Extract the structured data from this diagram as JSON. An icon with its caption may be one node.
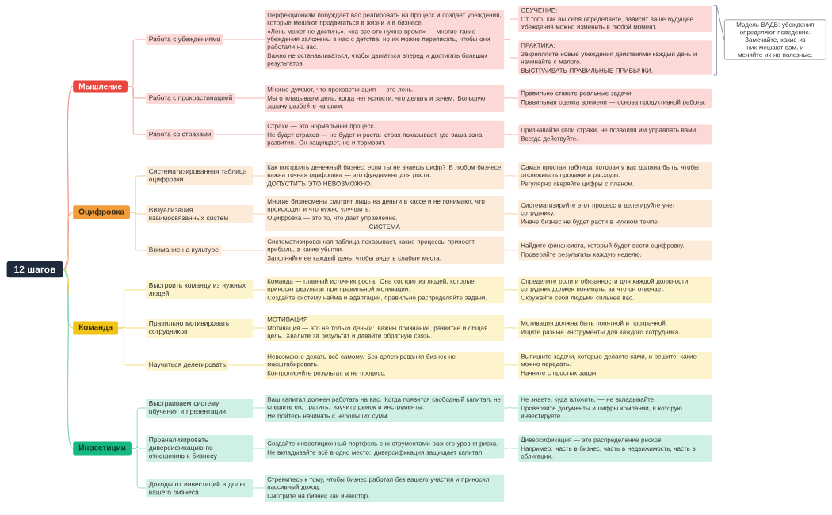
{
  "diagram": {
    "nodes": [
      {
        "text": [
          "12 шагов"
        ]
      },
      {
        "text": [
          "Мышление"
        ]
      },
      {
        "text": [
          "Работа с убеждениями"
        ]
      },
      {
        "text": [
          "Перфекционизм побуждает вас реагировать на процесс и создает убеждения, которые мешают продвигаться в жизни и в бизнесе.",
          "«Лень может не достичь», «на все это нужно время» — многие такие убеждения заложены в нас с детства, но их можно переписать, чтобы они работали на вас.",
          "Важно не останавливаться, чтобы двигаться вперед и достигать больших результатов."
        ]
      },
      {
        "text": [
          "ОБУЧЕНИЕ:",
          "От того, как вы себя определяете, зависит ваше будущее. Убеждения можно изменить в любой момент."
        ]
      },
      {
        "text": [
          "ПРАКТИКА:",
          "Закрепляйте новые убеждения действиями каждый день и начинайте с малого.",
          "ВЫСТРАИВАТЬ ПРАВИЛЬНЫЕ ПРИВЫЧКИ."
        ]
      },
      {
        "text": [
          "Модель ВАДВ: убеждения определяют поведение. Замечайте, какие из них мешают вам, и меняйте их на полезные."
        ]
      },
      {
        "text": [
          "Работа с прокрастинацией"
        ]
      },
      {
        "text": [
          "Многие думают, что прокрастинация — это лень.",
          "Мы откладываем дела, когда нет ясности, что делать и зачем. Большую задачу разбейте на шаги."
        ]
      },
      {
        "text": [
          "Правильно ставьте реальные задачи.",
          "Правильная оценка времени — основа продуктивной работы."
        ]
      },
      {
        "text": [
          "Работа со страхами"
        ]
      },
      {
        "text": [
          "Страхи — это нормальный процесс.",
          "Не будет страхов — не будет и роста: страх показывает, где ваша зона развития. Он защищает, но и тормозит."
        ]
      },
      {
        "text": [
          "Признавайте свои страхи, не позволяя им управлять вами.",
          "Всегда действуйте."
        ]
      },
      {
        "text": [
          "Оцифровка"
        ]
      },
      {
        "text": [
          "Систематизированная таблица оцифровки"
        ]
      },
      {
        "text": [
          "Как построить денежный бизнес, если ты не знаешь цифр? В любом бизнесе важна точная оцифровка — это фундамент для роста.",
          "ДОПУСТИТЬ ЭТО НЕВОЗМОЖНО."
        ]
      },
      {
        "text": [
          "Самая простая таблица, которая у вас должна быть, чтобы отслеживать продажи и расходы.",
          "Регулярно сверяйте цифры с планом."
        ]
      },
      {
        "text": [
          "Визуализация взаимосвязанных систем"
        ]
      },
      {
        "text": [
          "Многие бизнесмены смотрят лишь на деньги в кассе и не понимают, что происходит и что нужно улучшить.",
          "Оцифровка — это то, что дает управление.",
          "СИСТЕМА"
        ]
      },
      {
        "text": [
          "Систематизируйте этот процесс и делегируйте учет сотруднику.",
          "Иначе бизнес не будет расти в нужном темпе."
        ]
      },
      {
        "text": [
          "Внимание на культуре"
        ]
      },
      {
        "text": [
          "Систематизированная таблица показывает, какие процессы приносят прибыль, а какие убытки.",
          "Заполняйте ее каждый день, чтобы видеть слабые места."
        ]
      },
      {
        "text": [
          "Найдите финансиста, который будет вести оцифровку.",
          "Проверяйте результаты каждую неделю."
        ]
      },
      {
        "text": [
          "Команда"
        ]
      },
      {
        "text": [
          "Выстроить команду из нужных людей"
        ]
      },
      {
        "text": [
          "Команда — главный источник роста. Она состоит из людей, которые приносят результат при правильной мотивации.",
          "Создайте систему найма и адаптации, правильно распределяйте задачи."
        ]
      },
      {
        "text": [
          "Определите роли и обязанности для каждой должности: сотрудник должен понимать, за что он отвечает.",
          "Окружайте себя людьми сильнее вас."
        ]
      },
      {
        "text": [
          "Правильно мотивировать сотрудников"
        ]
      },
      {
        "text": [
          "МОТИВАЦИЯ",
          "Мотивация — это не только деньги: важны признание, развитие и общая цель. Хвалите за результат и давайте обратную связь."
        ]
      },
      {
        "text": [
          "Мотивация должна быть понятной и прозрачной.",
          "Ищите разные инструменты для каждого сотрудника."
        ]
      },
      {
        "text": [
          "Научиться делегировать"
        ]
      },
      {
        "text": [
          "Невозможно делать всё самому. Без делегирования бизнес не масштабировать.",
          "Контролируйте результат, а не процесс."
        ]
      },
      {
        "text": [
          "Выпишите задачи, которые делаете сами, и решите, какие можно передать.",
          "Начните с простых задач."
        ]
      },
      {
        "text": [
          "Инвестиции"
        ]
      },
      {
        "text": [
          "Выстраиваем систему обучения и презентации"
        ]
      },
      {
        "text": [
          "Ваш капитал должен работать на вас. Когда появится свободный капитал, не спешите его тратить: изучите рынок и инструменты.",
          "Не бойтесь начинать с небольших сумм."
        ]
      },
      {
        "text": [
          "Не знаете, куда вложить, — не вкладывайте.",
          "Проверяйте документы и цифры компании, в которую инвестируете."
        ]
      },
      {
        "text": [
          "Проанализировать диверсификацию по отношению к бизнесу"
        ]
      },
      {
        "text": [
          "Создайте инвестиционный портфель с инструментами разного уровня риска.",
          "Не вкладывайте всё в одно место: диверсификация защищает капитал."
        ]
      },
      {
        "text": [
          "Диверсификация — это распределение рисков.",
          "Например: часть в бизнес, часть в недвижимость, часть в облигации."
        ]
      },
      {
        "text": [
          "Доходы от инвестиций в долю вашего бизнеса"
        ]
      },
      {
        "text": [
          "Стремитесь к тому, чтобы бизнес работал без вашего участия и приносил пассивный доход.",
          "Смотрите на бизнес как инвестор."
        ]
      }
    ],
    "edges": [
      {
        "from": 0,
        "to": 1,
        "arrow": "none",
        "color": "#f29c97"
      },
      {
        "from": 0,
        "to": 13,
        "arrow": "none",
        "color": "#f7c48f"
      },
      {
        "from": 0,
        "to": 23,
        "arrow": "none",
        "color": "#f3d867"
      },
      {
        "from": 0,
        "to": 33,
        "arrow": "none",
        "color": "#86d9b9"
      },
      {
        "from": 1,
        "to": 2,
        "arrow": "none",
        "color": "#f29c97"
      },
      {
        "from": 1,
        "to": 7,
        "arrow": "none",
        "color": "#f29c97"
      },
      {
        "from": 1,
        "to": 10,
        "arrow": "none",
        "color": "#f29c97"
      },
      {
        "from": 2,
        "to": 3,
        "arrow": "none",
        "color": "#f29c97"
      },
      {
        "from": 3,
        "to": 4,
        "arrow": "none",
        "color": "#f29c97"
      },
      {
        "from": 3,
        "to": 5,
        "arrow": "none",
        "color": "#f29c97"
      },
      {
        "from": 7,
        "to": 8,
        "arrow": "none",
        "color": "#f29c97"
      },
      {
        "from": 8,
        "to": 9,
        "arrow": "none",
        "color": "#f29c97"
      },
      {
        "from": 10,
        "to": 11,
        "arrow": "none",
        "color": "#f29c97"
      },
      {
        "from": 11,
        "to": 12,
        "arrow": "none",
        "color": "#f29c97"
      },
      {
        "from": 13,
        "to": 14,
        "arrow": "none",
        "color": "#f7c48f"
      },
      {
        "from": 13,
        "to": 17,
        "arrow": "none",
        "color": "#f7c48f"
      },
      {
        "from": 13,
        "to": 20,
        "arrow": "none",
        "color": "#f7c48f"
      },
      {
        "from": 14,
        "to": 15,
        "arrow": "none",
        "color": "#f7c48f"
      },
      {
        "from": 15,
        "to": 16,
        "arrow": "none",
        "color": "#f7c48f"
      },
      {
        "from": 17,
        "to": 18,
        "arrow": "none",
        "color": "#f7c48f"
      },
      {
        "from": 18,
        "to": 19,
        "arrow": "none",
        "color": "#f7c48f"
      },
      {
        "from": 20,
        "to": 21,
        "arrow": "none",
        "color": "#f7c48f"
      },
      {
        "from": 21,
        "to": 22,
        "arrow": "none",
        "color": "#f7c48f"
      },
      {
        "from": 23,
        "to": 24,
        "arrow": "none",
        "color": "#f3d867"
      },
      {
        "from": 23,
        "to": 27,
        "arrow": "none",
        "color": "#f3d867"
      },
      {
        "from": 23,
        "to": 30,
        "arrow": "none",
        "color": "#f3d867"
      },
      {
        "from": 24,
        "to": 25,
        "arrow": "none",
        "color": "#f3d867"
      },
      {
        "from": 25,
        "to": 26,
        "arrow": "none",
        "color": "#f3d867"
      },
      {
        "from": 27,
        "to": 28,
        "arrow": "none",
        "color": "#f3d867"
      },
      {
        "from": 28,
        "to": 29,
        "arrow": "none",
        "color": "#f3d867"
      },
      {
        "from": 30,
        "to": 31,
        "arrow": "none",
        "color": "#f3d867"
      },
      {
        "from": 31,
        "to": 32,
        "arrow": "none",
        "color": "#f3d867"
      },
      {
        "from": 33,
        "to": 34,
        "arrow": "none",
        "color": "#86d9b9"
      },
      {
        "from": 33,
        "to": 37,
        "arrow": "none",
        "color": "#86d9b9"
      },
      {
        "from": 33,
        "to": 40,
        "arrow": "none",
        "color": "#86d9b9"
      },
      {
        "from": 34,
        "to": 35,
        "arrow": "none",
        "color": "#86d9b9"
      },
      {
        "from": 35,
        "to": 36,
        "arrow": "none",
        "color": "#86d9b9"
      },
      {
        "from": 37,
        "to": 38,
        "arrow": "none",
        "color": "#86d9b9"
      },
      {
        "from": 38,
        "to": 39,
        "arrow": "none",
        "color": "#86d9b9"
      },
      {
        "from": 40,
        "to": 41,
        "arrow": "none",
        "color": "#86d9b9"
      }
    ]
  }
}
